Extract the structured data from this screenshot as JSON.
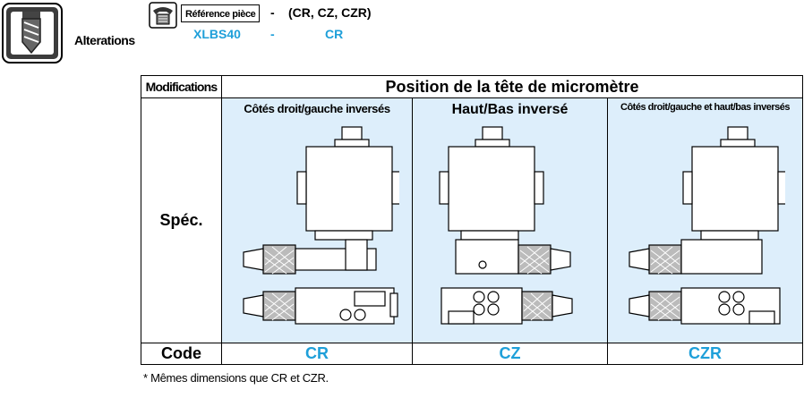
{
  "header": {
    "alterations_label": "Alterations",
    "reference_label": "Référence pièce",
    "dash": "-",
    "codes": "(CR, CZ, CZR)",
    "example_part": "XLBS40",
    "example_dash": "-",
    "example_code": "CR"
  },
  "table": {
    "modifications_label": "Modifications",
    "position_title": "Position de la tête de micromètre",
    "spec_label": "Spéc.",
    "code_label": "Code",
    "columns": [
      {
        "label": "Côtés droit/gauche inversés",
        "code": "CR"
      },
      {
        "label": "Haut/Bas inversé",
        "code": "CZ"
      },
      {
        "label": "Côtés droit/gauche et haut/bas inversés",
        "code": "CZR"
      }
    ]
  },
  "footnote": "* Mêmes dimensions que CR et CZR.",
  "colors": {
    "accent": "#1e9fd9",
    "cell_bg": "#ddeefb"
  }
}
